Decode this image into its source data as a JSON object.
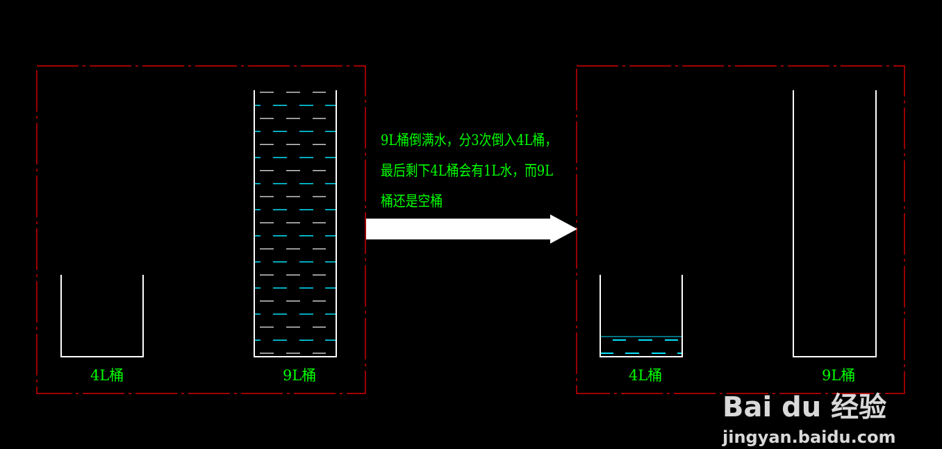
{
  "colors": {
    "frame": "#ff0000",
    "bucket": "#ffffff",
    "water": "#00e5ff",
    "text": "#00ff00",
    "arrow": "#ffffff"
  },
  "before": {
    "bucket_4l_label": "4L桶",
    "bucket_9l_label": "9L桶",
    "bucket_4l_water_fill": 0,
    "bucket_9l_water_fill": 1
  },
  "after": {
    "bucket_4l_label": "4L桶",
    "bucket_9l_label": "9L桶",
    "bucket_4l_water_litres": 1,
    "bucket_9l_water_fill": 0
  },
  "note": {
    "lines": [
      "9L桶倒满水，分3次倒入4L桶，",
      "最后剩下4L桶会有1L水，而9L",
      "桶还是空桶"
    ]
  },
  "watermark": {
    "brand": "Bai du 经验",
    "url": "jingyan.baidu.com"
  }
}
